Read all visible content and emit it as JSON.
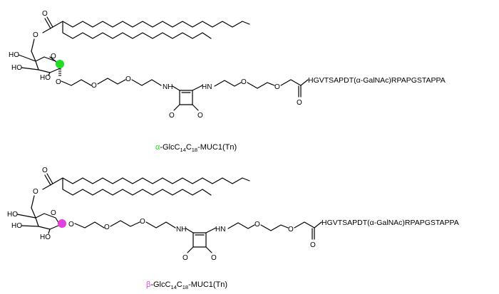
{
  "molecules": [
    {
      "highlight_color": "#22dd22",
      "anomer_symbol": "α",
      "caption_rest": "-GlcC",
      "sub1": "14",
      "mid": "C",
      "sub2": "18",
      "caption_tail": "-MUC1(Tn)",
      "ho_labels": [
        "HO",
        "HO",
        "HO"
      ],
      "ring_o": "O",
      "peptide": "HGVTSAPDT(α-GalNAc)RPAPGSTAPPA",
      "nh1": "NH",
      "nh2": "HN",
      "o_label": "O"
    },
    {
      "highlight_color": "#e040e0",
      "anomer_symbol": "β",
      "caption_rest": "-GlcC",
      "sub1": "14",
      "mid": "C",
      "sub2": "18",
      "caption_tail": "-MUC1(Tn)",
      "ho_labels": [
        "HO",
        "HO",
        "HO"
      ],
      "ring_o": "O",
      "peptide": "HGVTSAPDT(α-GalNAc)RPAPGSTAPPA",
      "nh1": "NH",
      "nh2": "HN",
      "o_label": "O"
    }
  ]
}
